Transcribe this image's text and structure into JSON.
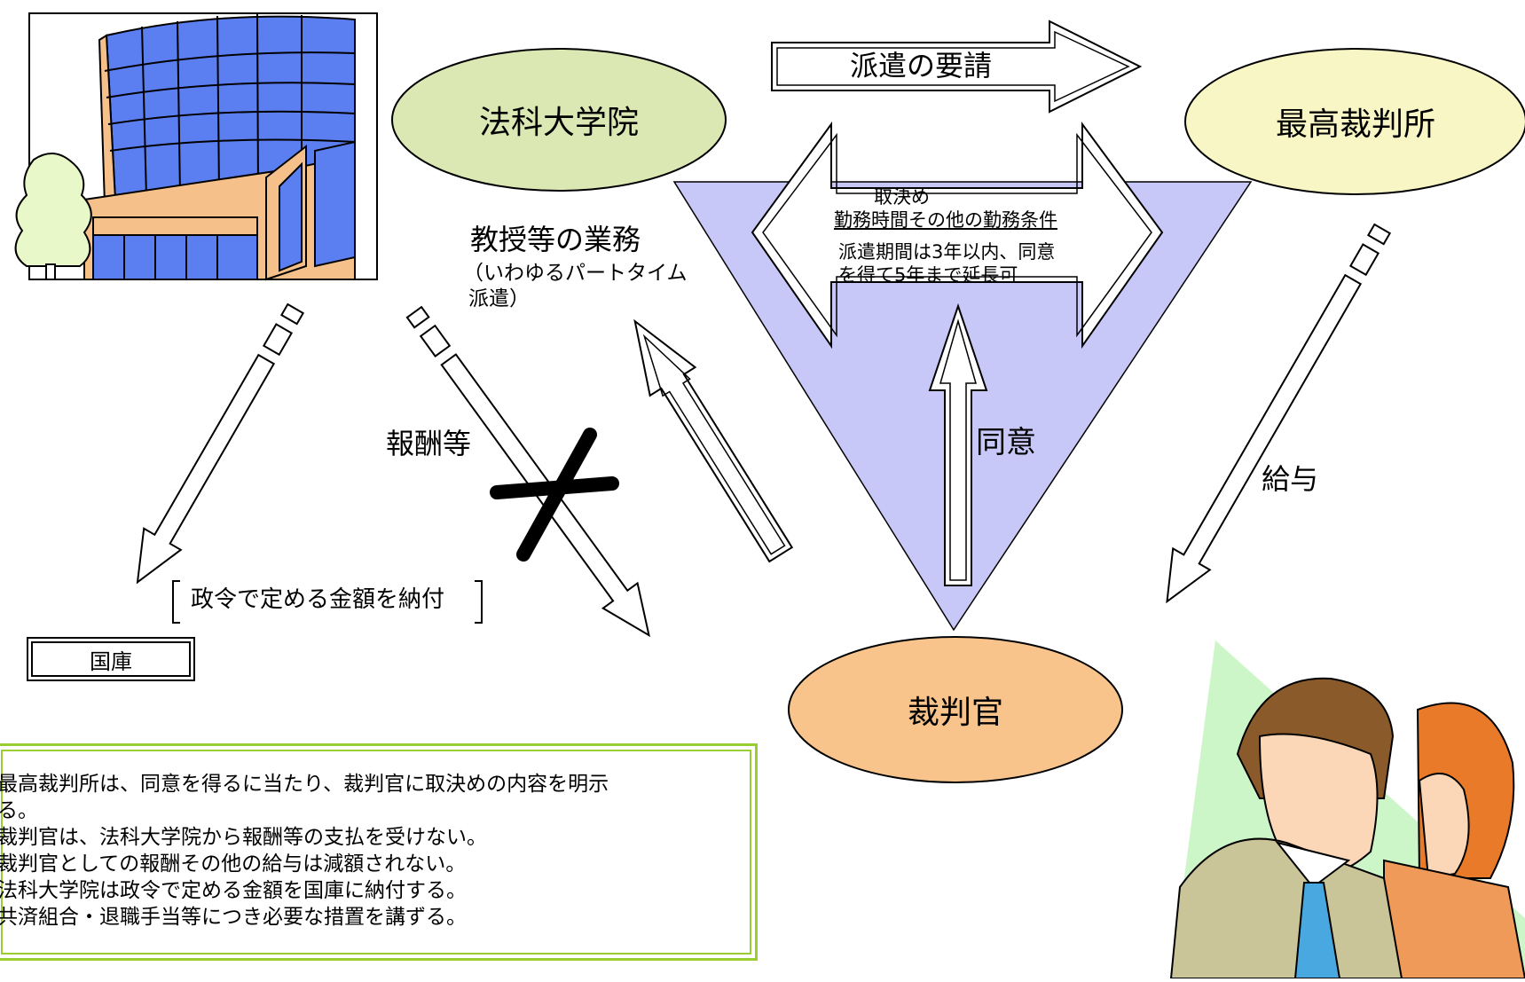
{
  "nodes": {
    "law_school": "法科大学院",
    "supreme_court": "最高裁判所",
    "judge": "裁判官",
    "national_treasury": "国庫"
  },
  "arrows": {
    "dispatch_request": "派遣の要請",
    "consent": "同意",
    "salary": "給与",
    "remuneration": "報酬等",
    "professor_duties": "教授等の業務",
    "part_time_line1": "（いわゆるパートタイム",
    "part_time_line2": "派遣）",
    "payment": "政令で定める金額を納付"
  },
  "agreement": {
    "heading": "取決め",
    "underline": "勤務時間その他の勤務条件",
    "period_line1": "派遣期間は3年以内、同意",
    "period_line2": "を得て5年まで延長可"
  },
  "notes": [
    "最高裁判所は、同意を得るに当たり、裁判官に取決めの内容を明示",
    "る。",
    "裁判官は、法科大学院から報酬等の支払を受けない。",
    "裁判官としての報酬その他の給与は減額されない。",
    "法科大学院は政令で定める金額を国庫に納付する。",
    "共済組合・退職手当等につき必要な措置を講ずる。"
  ],
  "colors": {
    "law_school_oval": "#dbe8b4",
    "supreme_court_oval": "#f8f6c4",
    "judge_oval": "#f8c48c",
    "agreement_triangle": "#c8c8f8",
    "notes_border": "#9acd32",
    "building_glass": "#5b7ff0",
    "building_wall": "#f5c08a"
  }
}
